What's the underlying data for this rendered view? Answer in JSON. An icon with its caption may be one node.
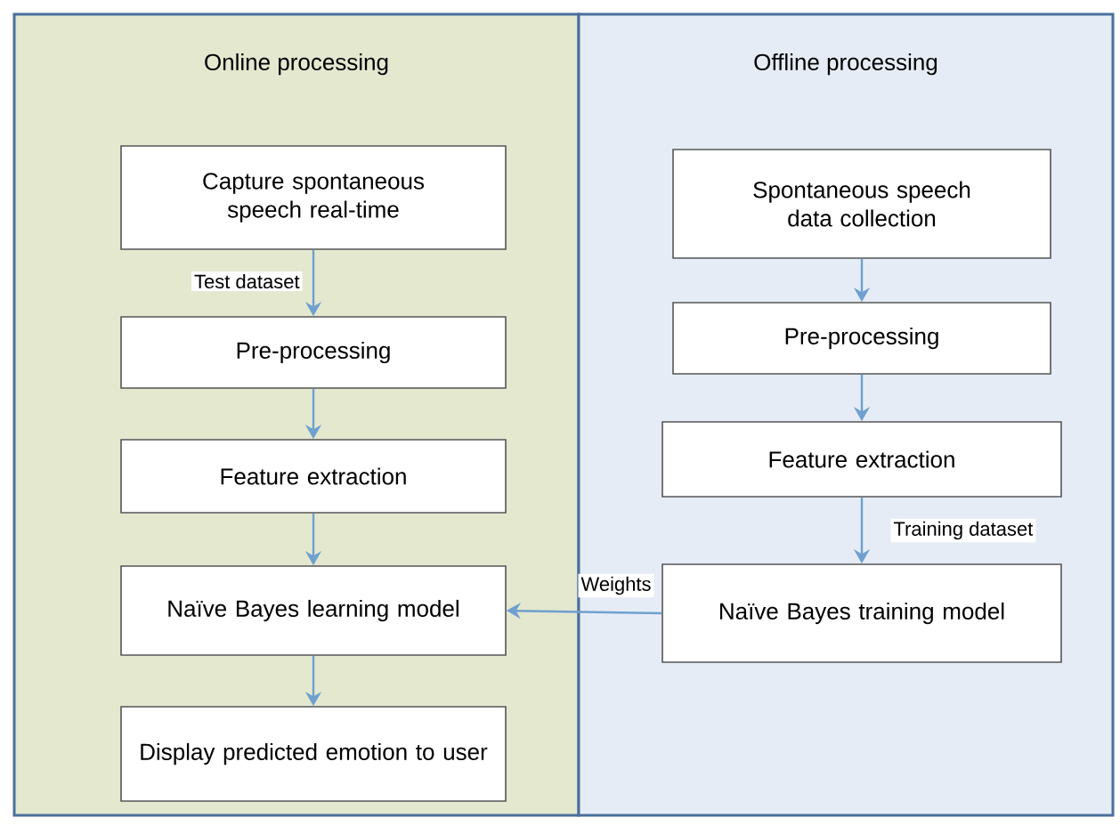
{
  "diagram": {
    "nodes": [
      {
        "text": [
          "Online processing"
        ]
      },
      {
        "text": [
          "Capture spontaneous speech real-time"
        ],
        "in": 0
      },
      {
        "text": [
          "Pre-processing"
        ],
        "in": 0
      },
      {
        "text": [
          "Feature extraction"
        ],
        "in": 0
      },
      {
        "text": [
          "Naïve Bayes learning model"
        ],
        "in": 0
      },
      {
        "text": [
          "Display predicted emotion to user"
        ],
        "in": 0
      },
      {
        "text": [
          "Offline processing"
        ]
      },
      {
        "text": [
          "Spontaneous speech data collection"
        ],
        "in": 6
      },
      {
        "text": [
          "Pre-processing"
        ],
        "in": 6
      },
      {
        "text": [
          "Feature extraction"
        ],
        "in": 6
      },
      {
        "text": [
          "Naïve Bayes training model"
        ],
        "in": 6
      }
    ],
    "edges": [
      {
        "from": 1,
        "to": 2,
        "arrow": "to",
        "label": "Test dataset"
      },
      {
        "from": 2,
        "to": 3,
        "arrow": "to"
      },
      {
        "from": 3,
        "to": 4,
        "arrow": "to"
      },
      {
        "from": 4,
        "to": 5,
        "arrow": "to"
      },
      {
        "from": 7,
        "to": 8,
        "arrow": "to"
      },
      {
        "from": 8,
        "to": 9,
        "arrow": "to"
      },
      {
        "from": 9,
        "to": 10,
        "arrow": "to",
        "label": "Training dataset"
      },
      {
        "from": 10,
        "to": 4,
        "arrow": "to",
        "label": "Weights"
      }
    ]
  }
}
